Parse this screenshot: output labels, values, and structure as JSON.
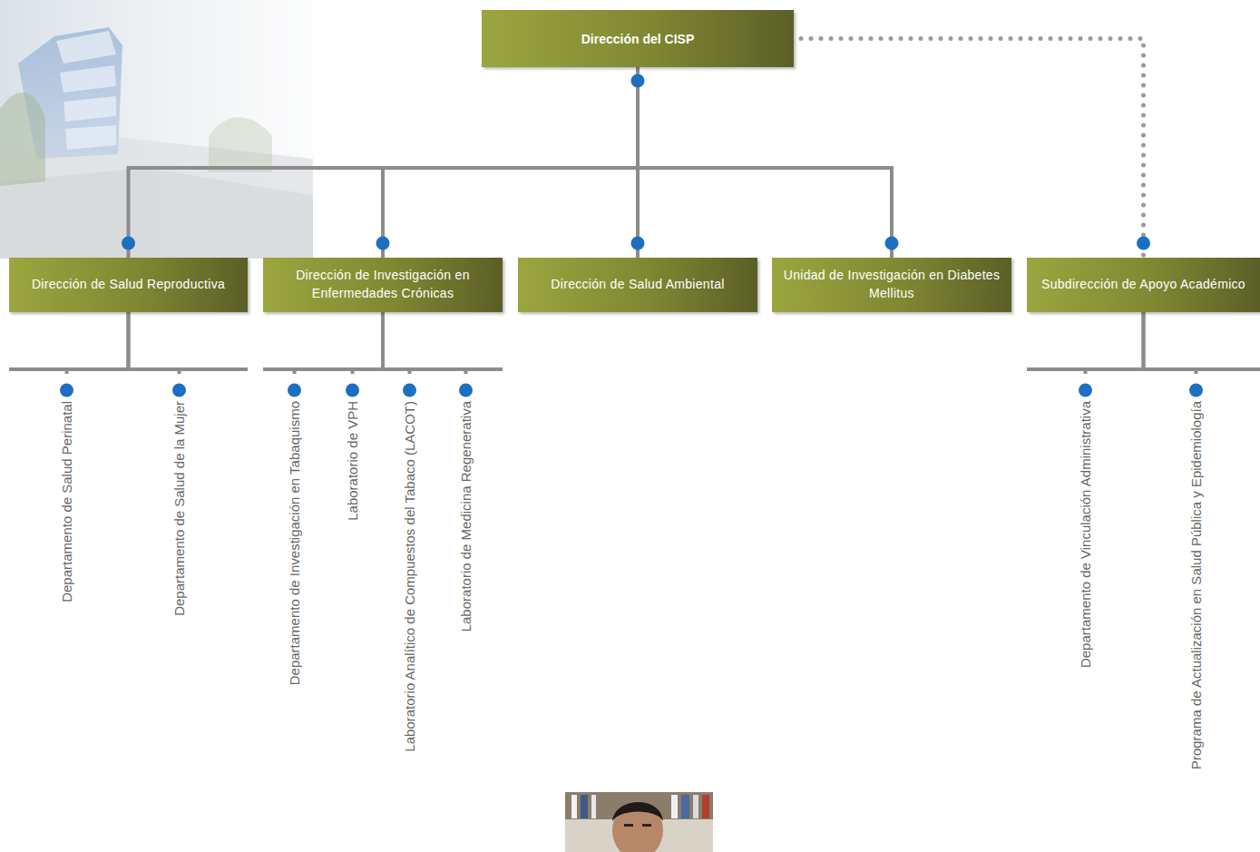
{
  "diagram": {
    "nodes": [
      {
        "text": [
          "Dirección del CISP"
        ]
      },
      {
        "text": [
          "Dirección de Salud Reproductiva"
        ]
      },
      {
        "text": [
          "Dirección de Investigación en Enfermedades Crónicas"
        ]
      },
      {
        "text": [
          "Dirección de Salud Ambiental"
        ]
      },
      {
        "text": [
          "Unidad de Investigación en Diabetes Mellitus"
        ]
      },
      {
        "text": [
          "Subdirección de Apoyo Académico"
        ]
      },
      {
        "text": [
          "Departamento de Salud Perinatal"
        ]
      },
      {
        "text": [
          "Departamento de Salud de la Mujer"
        ]
      },
      {
        "text": [
          "Departamento de Investigación en Tabaquismo"
        ]
      },
      {
        "text": [
          "Laboratorio de VPH"
        ]
      },
      {
        "text": [
          "Laboratorio Analítico de Compuestos del Tabaco (LACOT)"
        ]
      },
      {
        "text": [
          "Laboratorio de Medicina Regenerativa"
        ]
      },
      {
        "text": [
          "Departamento de Vinculación Administrativa"
        ]
      },
      {
        "text": [
          "Programa de Actualización en Salud Pública y Epidemiología"
        ]
      }
    ],
    "edges": [
      {
        "from": 0,
        "to": 1,
        "arrow": "none"
      },
      {
        "from": 0,
        "to": 2,
        "arrow": "none"
      },
      {
        "from": 0,
        "to": 3,
        "arrow": "none"
      },
      {
        "from": 0,
        "to": 4,
        "arrow": "none"
      },
      {
        "from": 0,
        "to": 5,
        "arrow": "none"
      },
      {
        "from": 1,
        "to": 6,
        "arrow": "none"
      },
      {
        "from": 1,
        "to": 7,
        "arrow": "none"
      },
      {
        "from": 2,
        "to": 8,
        "arrow": "none"
      },
      {
        "from": 2,
        "to": 9,
        "arrow": "none"
      },
      {
        "from": 2,
        "to": 10,
        "arrow": "none"
      },
      {
        "from": 2,
        "to": 11,
        "arrow": "none"
      },
      {
        "from": 5,
        "to": 12,
        "arrow": "none"
      },
      {
        "from": 5,
        "to": 13,
        "arrow": "none"
      }
    ]
  }
}
